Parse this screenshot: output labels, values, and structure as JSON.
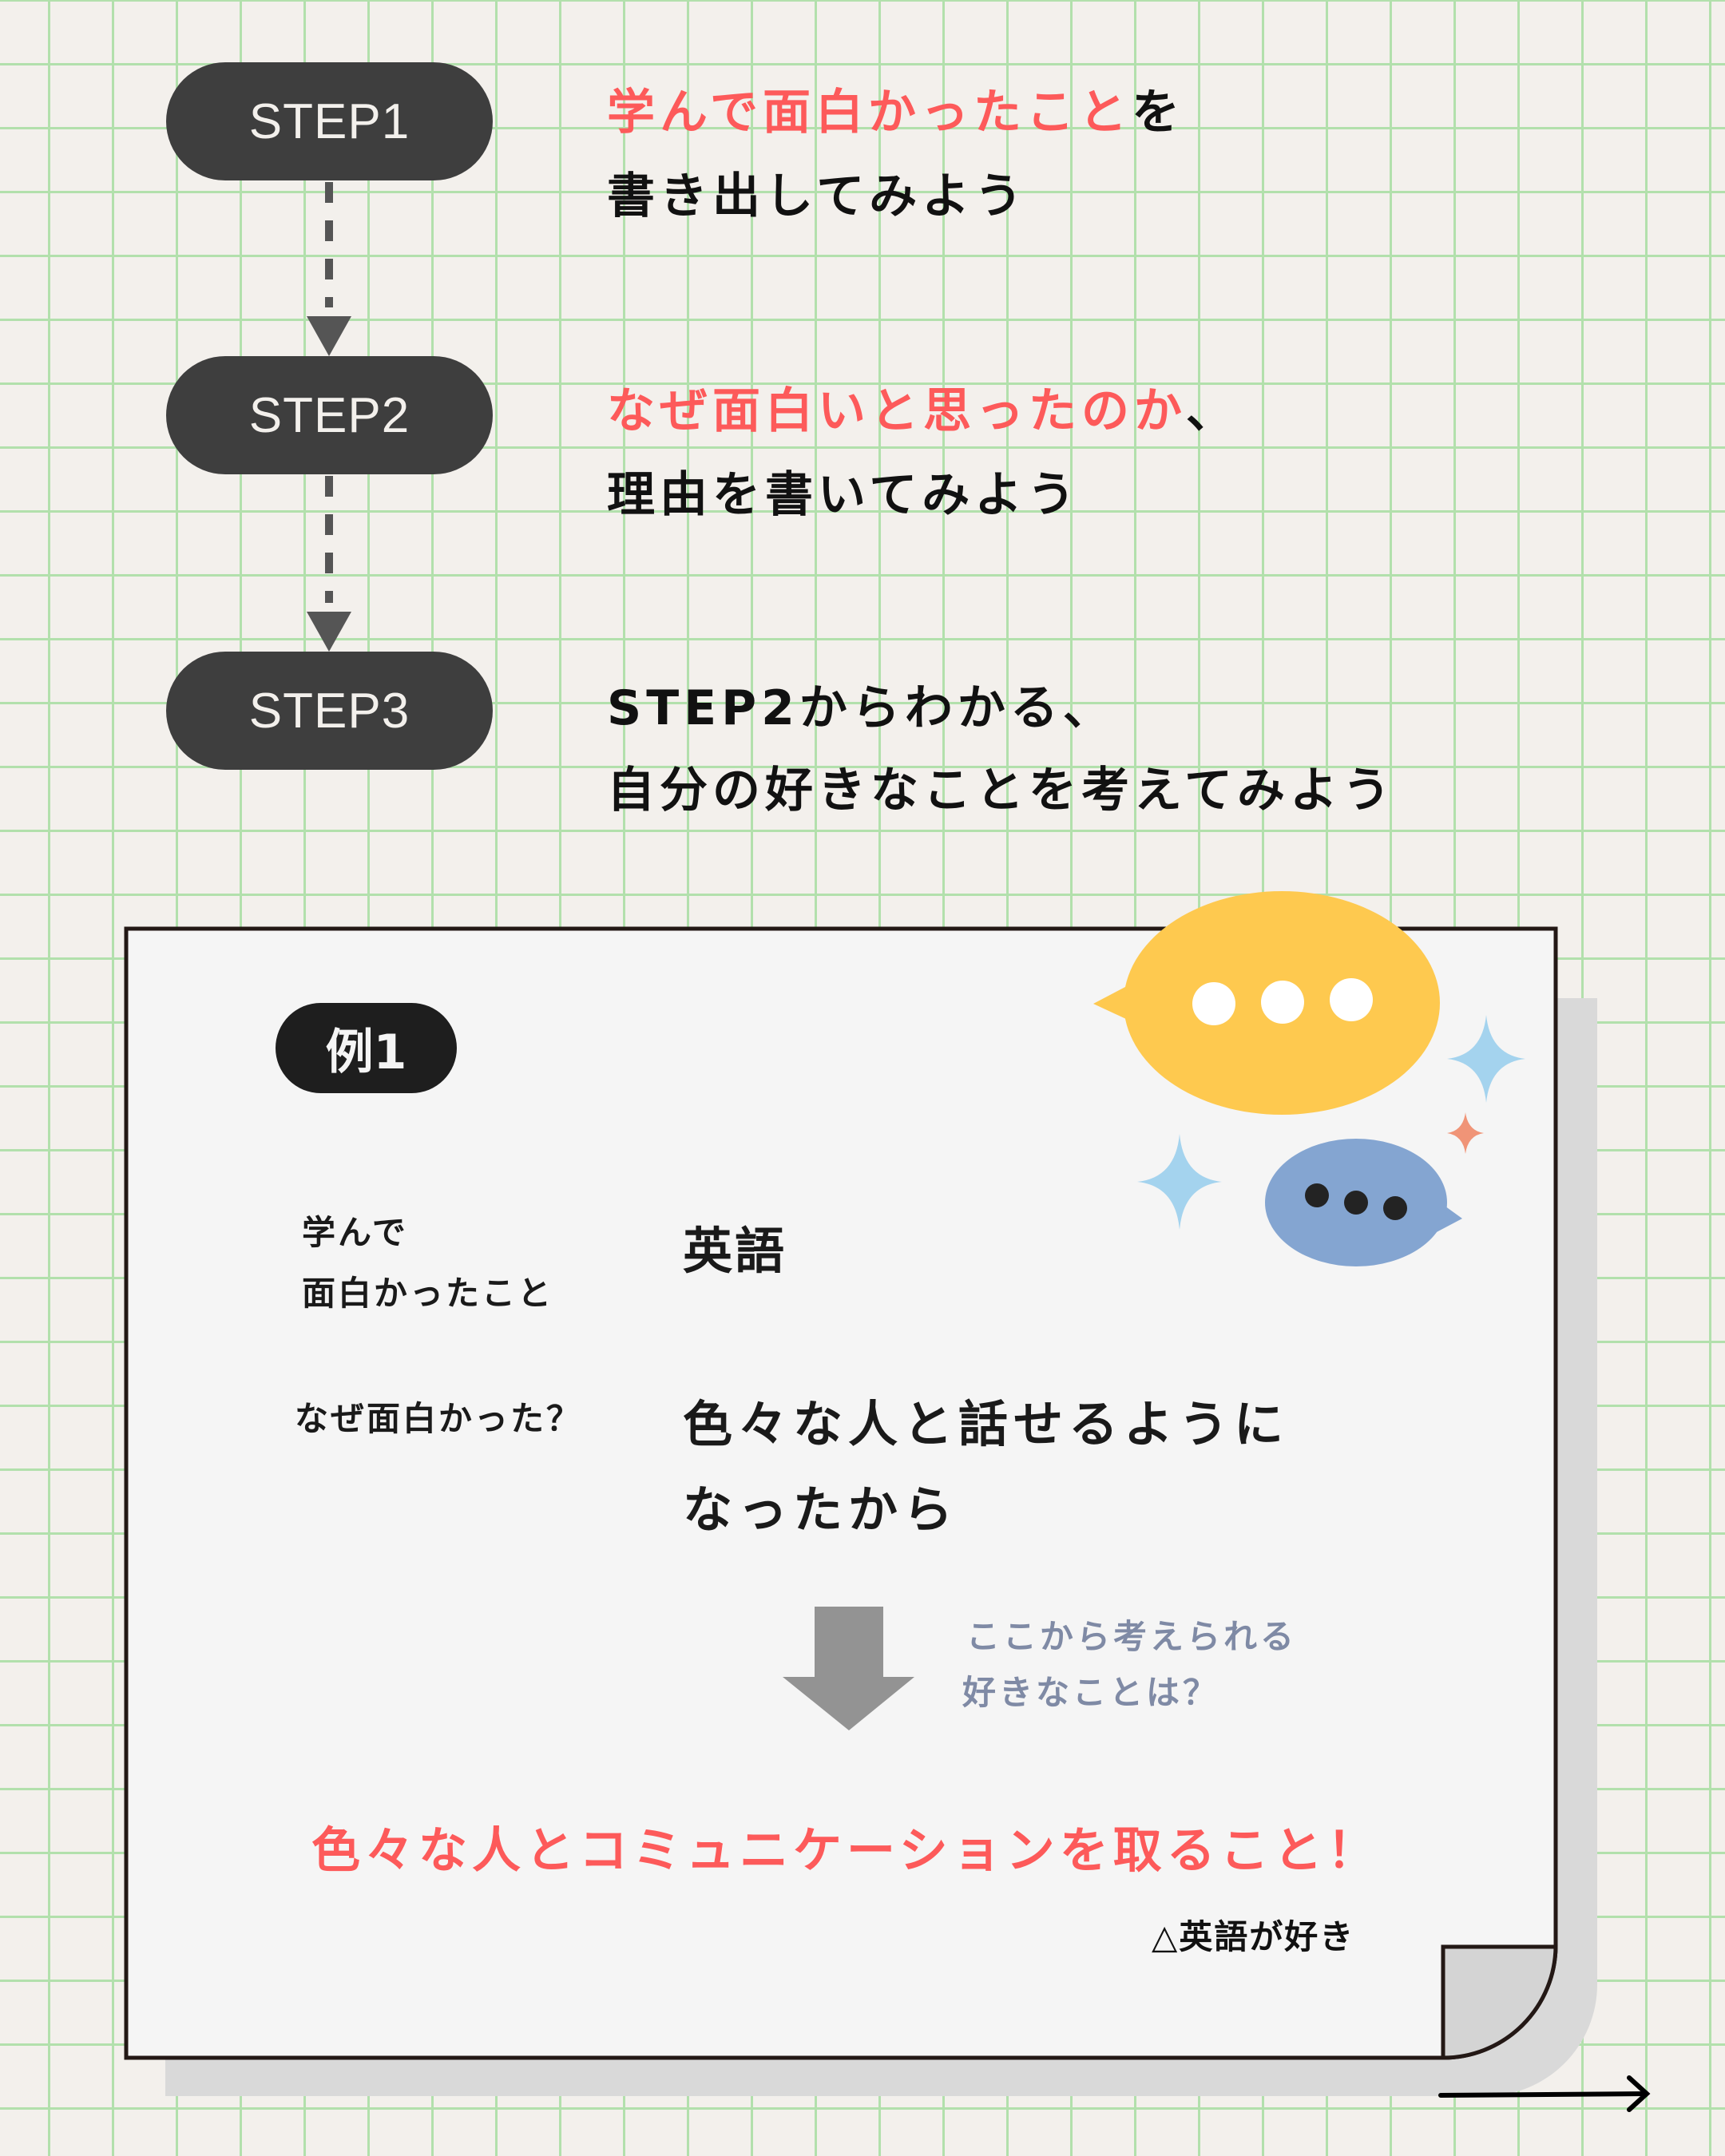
{
  "steps": [
    {
      "badge": "STEP1",
      "line1_highlight": "学んで面白かったこと",
      "line1_rest": "を",
      "line2": "書き出してみよう"
    },
    {
      "badge": "STEP2",
      "line1_highlight": "なぜ面白いと思ったのか",
      "line1_rest": "、",
      "line2": "理由を書いてみよう"
    },
    {
      "badge": "STEP3",
      "line1_highlight": "",
      "line1_rest": "STEP2からわかる、",
      "line2": "自分の好きなことを考えてみよう"
    }
  ],
  "example": {
    "badge": "例1",
    "q1_line1": "学んで",
    "q1_line2": "面白かったこと",
    "a1": "英語",
    "q2": "なぜ面白かった？",
    "a2_line1": "色々な人と話せるように",
    "a2_line2": "なったから",
    "hint_line1": "ここから考えられる",
    "hint_line2": "好きなことは？",
    "conclusion": "色々な人とコミュニケーションを取ること！",
    "note": "△英語が好き"
  },
  "colors": {
    "accent": "#fd5a5a",
    "pill": "#3e3e3e",
    "grid": "#b2e0ac",
    "hint": "#7f8aa5"
  }
}
